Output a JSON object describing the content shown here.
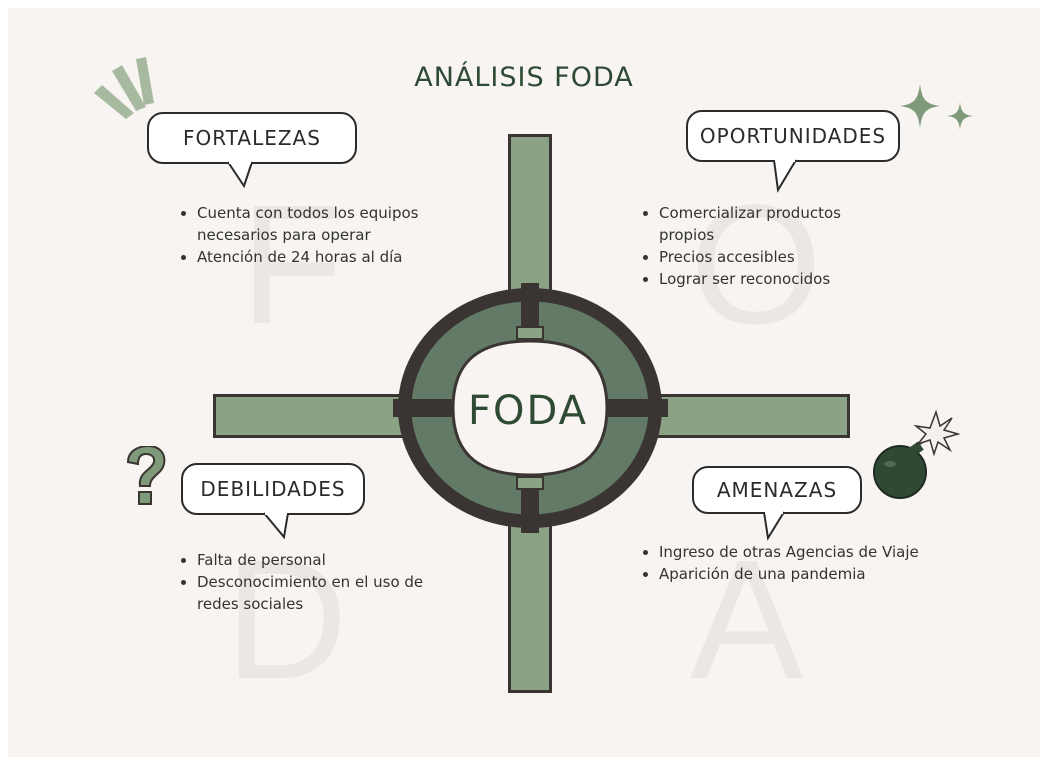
{
  "title": "ANÁLISIS FODA",
  "center": "FODA",
  "ghost_letters": [
    "F",
    "O",
    "D",
    "A"
  ],
  "colors": {
    "dark_green": "#2f4a34",
    "bar_green": "#8ba384",
    "ring_green": "#637a66",
    "background": "#f7f4f1"
  },
  "quadrants": {
    "fortalezas": {
      "label": "FORTALEZAS",
      "items": [
        "Cuenta con todos los equipos necesarios para operar",
        "Atención de 24 horas al día"
      ]
    },
    "oportunidades": {
      "label": "OPORTUNIDADES",
      "items": [
        "Comercializar productos propios",
        "Precios accesibles",
        "Lograr ser reconocidos"
      ]
    },
    "debilidades": {
      "label": "DEBILIDADES",
      "items": [
        "Falta de personal",
        "Desconocimiento en el uso de redes sociales"
      ]
    },
    "amenazas": {
      "label": "AMENAZAS",
      "items": [
        "Ingreso de otras Agencias de Viaje",
        "Aparición de una pandemia"
      ]
    }
  },
  "icons": [
    "sparkle-icon",
    "stripes-icon",
    "question-mark-icon",
    "bomb-icon"
  ]
}
